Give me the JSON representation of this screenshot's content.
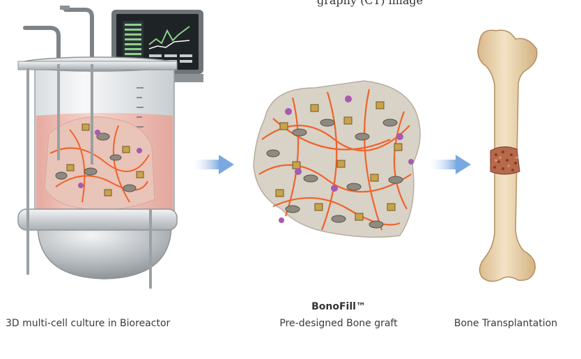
{
  "header_fragment": "graphy (CT) image",
  "steps": [
    {
      "label": "3D multi-cell culture in Bioreactor"
    },
    {
      "title": "BonoFill™",
      "label": "Pre-designed Bone graft"
    },
    {
      "label": "Bone Transplantation"
    }
  ],
  "colors": {
    "arrow": "#7aa8e0",
    "bone": "#e8d1a8",
    "fiber": "#f0622a",
    "culture_liquid": "#f2c4bb",
    "graft_matrix": "#d9d2c6"
  }
}
